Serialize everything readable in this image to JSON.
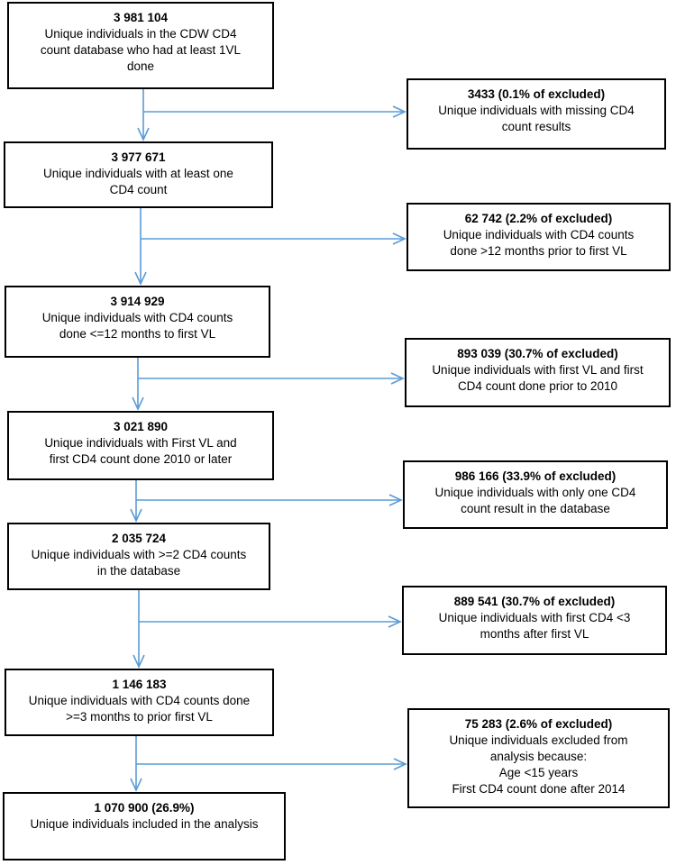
{
  "main_steps": [
    {
      "count": "3 981 104",
      "description": [
        "Unique individuals in the CDW CD4",
        "count database who had at least 1VL",
        "done"
      ]
    },
    {
      "count": "3 977 671",
      "description": [
        "Unique individuals with at least one",
        "CD4 count"
      ]
    },
    {
      "count": "3 914 929",
      "description": [
        "Unique individuals with CD4 counts",
        "done <=12 months to first VL"
      ]
    },
    {
      "count": "3 021 890",
      "description": [
        "Unique individuals with First VL and",
        "first CD4 count done 2010 or later"
      ]
    },
    {
      "count": "2 035 724",
      "description": [
        "Unique individuals with >=2 CD4 counts",
        "in the database"
      ]
    },
    {
      "count": "1 146 183",
      "description": [
        "Unique individuals with CD4 counts done",
        ">=3 months to prior first VL"
      ]
    },
    {
      "count": "1 070 900 (26.9%)",
      "description": [
        "Unique individuals included in the analysis"
      ]
    }
  ],
  "exclusions": [
    {
      "count": "3433 (0.1% of excluded)",
      "description": [
        "Unique individuals with missing CD4",
        "count results"
      ]
    },
    {
      "count": "62 742 (2.2% of excluded)",
      "description": [
        "Unique individuals with CD4 counts",
        "done >12 months prior to first VL"
      ]
    },
    {
      "count": "893 039 (30.7% of excluded)",
      "description": [
        "Unique individuals with first VL and first",
        "CD4 count done prior to 2010"
      ]
    },
    {
      "count": "986 166 (33.9% of excluded)",
      "description": [
        "Unique individuals with only one CD4",
        "count result in the database"
      ]
    },
    {
      "count": "889 541 (30.7% of excluded)",
      "description": [
        "Unique individuals with first CD4 <3",
        "months after first VL"
      ]
    },
    {
      "count": "75 283 (2.6% of excluded)",
      "description": [
        "Unique individuals excluded from",
        "analysis because:",
        "Age <15 years",
        "First CD4 count done after 2014"
      ]
    }
  ],
  "colors": {
    "arrow": "#5b9bd5",
    "border": "#000000"
  }
}
